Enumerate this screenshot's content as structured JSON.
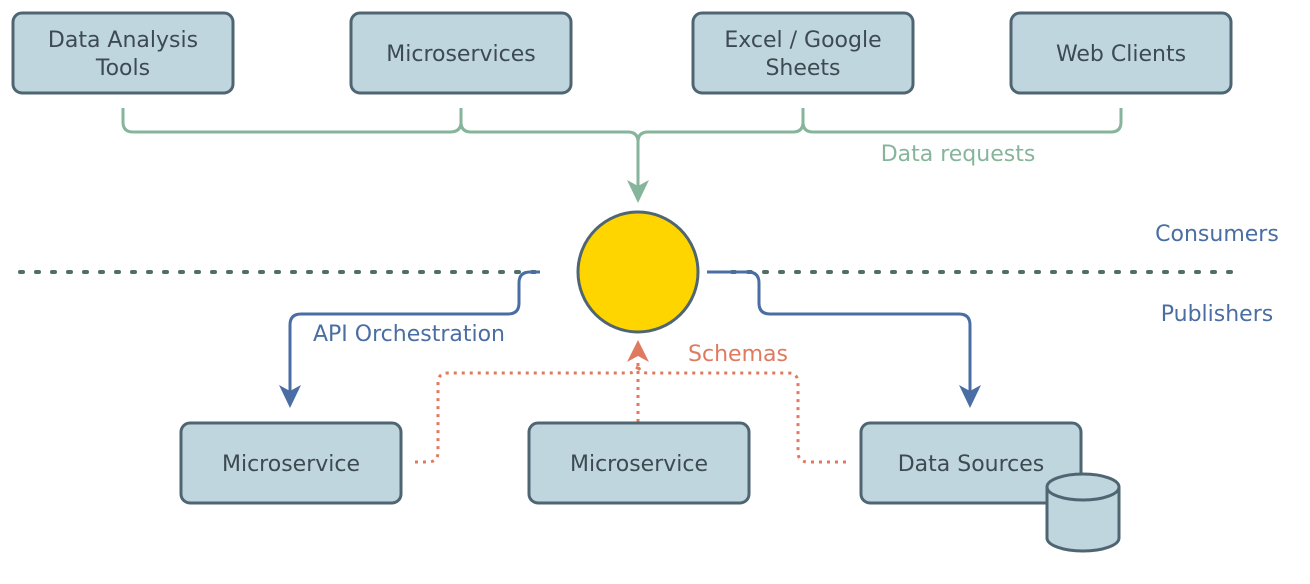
{
  "consumers": [
    {
      "lines": [
        "Data Analysis",
        "Tools"
      ]
    },
    {
      "lines": [
        "Microservices"
      ]
    },
    {
      "lines": [
        "Excel / Google",
        "Sheets"
      ]
    },
    {
      "lines": [
        "Web Clients"
      ]
    }
  ],
  "labels": {
    "data_requests": "Data requests",
    "consumers": "Consumers",
    "publishers": "Publishers",
    "api_orchestration": "API Orchestration",
    "schemas": "Schemas"
  },
  "publishers": [
    {
      "label": "Microservice"
    },
    {
      "label": "Microservice"
    },
    {
      "label": "Data Sources"
    }
  ],
  "colors": {
    "box_fill": "#c0d6de",
    "box_stroke": "#4f6672",
    "hub_fill": "#ffd500",
    "green": "#86b59b",
    "blue": "#4a6ea4",
    "orange": "#e07a5f",
    "divider": "#4f6e66"
  }
}
